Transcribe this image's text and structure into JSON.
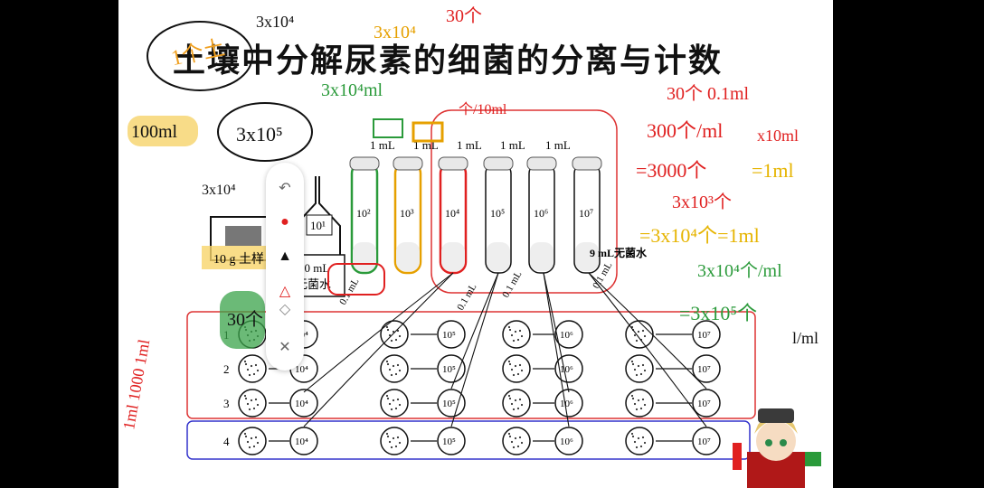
{
  "title": "土壤中分解尿素的细菌的分离与计数",
  "toolbar": {
    "items": [
      {
        "icon": "undo-icon"
      },
      {
        "icon": "pen-icon"
      },
      {
        "icon": "marker-icon"
      },
      {
        "icon": "highlighter-icon"
      },
      {
        "icon": "eraser-icon"
      },
      {
        "icon": "close-icon"
      }
    ]
  },
  "diagram": {
    "sample_label": "10 g 土样",
    "flask_label": "10¹",
    "flask_water": "90 mL",
    "flask_water2": "无菌水",
    "transfer_label": "1 mL",
    "tube_labels": [
      "10²",
      "10³",
      "10⁴",
      "10⁵",
      "10⁶",
      "10⁷"
    ],
    "tube_water": "9 mL无菌水",
    "plating_label": "0.1 mL",
    "row_numbers": [
      "1",
      "2",
      "3",
      "4"
    ],
    "dish_labels": [
      "10⁴",
      "10⁵",
      "10⁶",
      "10⁷"
    ]
  },
  "annotations": {
    "top_left": "3x10⁴",
    "top_mid1": "3x10⁴",
    "top_mid2": "30个",
    "top_left_circle": "1个土",
    "left_ml": "100ml",
    "left_num": "3x10⁴",
    "bubble": "3x10⁵",
    "flask_num": "3x10⁴ml",
    "mid_note": "个/10ml",
    "right_1": "30个 0.1ml",
    "right_2": "300个/ml",
    "right_2b": "x10ml",
    "right_3": "=3000个",
    "right_3b": "=1ml",
    "right_4": "3x10³个",
    "right_5": "=3x10⁴个=1ml",
    "right_6": "3x10⁴个/ml",
    "right_7": "=3x10⁵个",
    "right_7b": "l/ml",
    "left_vertical": "1ml 1000 1ml",
    "dish_note": "30个"
  }
}
